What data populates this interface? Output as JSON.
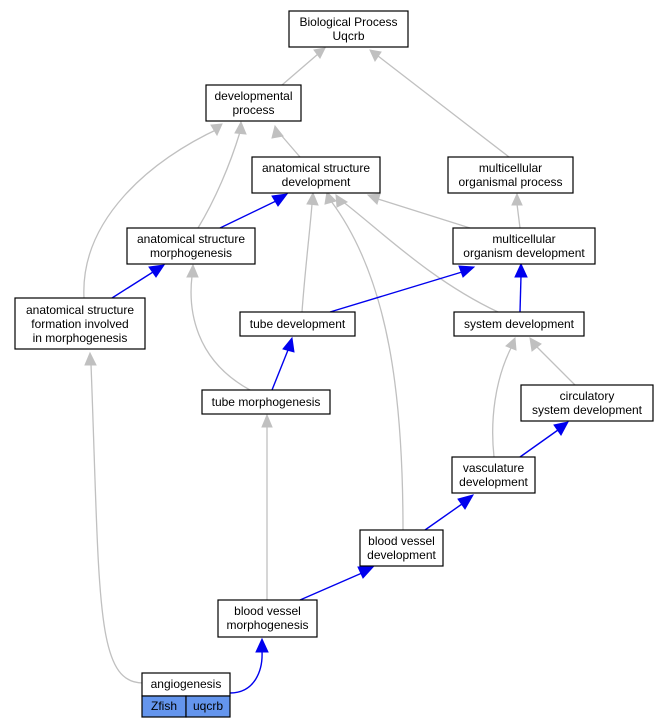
{
  "nodes": {
    "bp": [
      "Biological Process",
      "Uqcrb"
    ],
    "dev": [
      "developmental",
      "process"
    ],
    "asd": [
      "anatomical structure",
      "development"
    ],
    "mop": [
      "multicellular",
      "organismal process"
    ],
    "asm": [
      "anatomical structure",
      "morphogenesis"
    ],
    "mod": [
      "multicellular",
      "organism development"
    ],
    "asf": [
      "anatomical structure",
      "formation involved",
      "in morphogenesis"
    ],
    "tubedev": [
      "tube development"
    ],
    "sysdev": [
      "system development"
    ],
    "tubemorph": [
      "tube morphogenesis"
    ],
    "circ": [
      "circulatory",
      "system development"
    ],
    "vasc": [
      "vasculature",
      "development"
    ],
    "bvd": [
      "blood vessel",
      "development"
    ],
    "bvm": [
      "blood vessel",
      "morphogenesis"
    ],
    "angio": [
      "angiogenesis"
    ]
  },
  "tags": [
    "Zfish",
    "uqcrb"
  ],
  "colors": {
    "is_a_edge": "#c0c0c0",
    "part_of_edge": "#0000ee",
    "tag_fill": "#6495ed"
  }
}
